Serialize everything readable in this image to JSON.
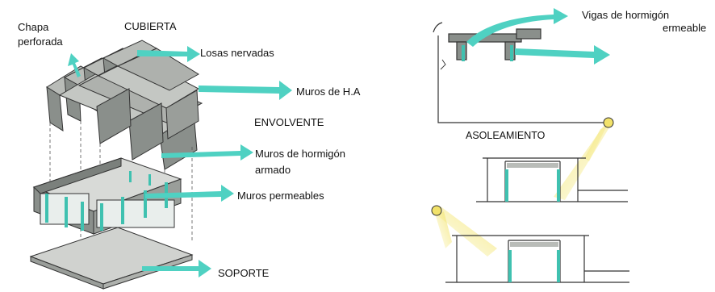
{
  "labels": {
    "chapa_line1": "Chapa",
    "chapa_line2": "perforada",
    "cubierta": "CUBIERTA",
    "losas": "Losas nervadas",
    "muros_ha": "Muros de H.A",
    "envolvente": "ENVOLVENTE",
    "muros_hormigon_line1": "Muros de hormigón",
    "muros_hormigon_line2": "armado",
    "muros_permeables": "Muros permeables",
    "soporte": "SOPORTE",
    "vigas": "Vigas de hormigón",
    "permeable_partial": "ermeable",
    "asoleamiento": "ASOLEAMIENTO"
  },
  "colors": {
    "arrow": "#4fd1c2",
    "concrete": "#8a8f8b",
    "concrete_light": "#b9bcb8",
    "glass": "#3fc1b0",
    "sun": "#f2e26a",
    "ink": "#222222"
  }
}
